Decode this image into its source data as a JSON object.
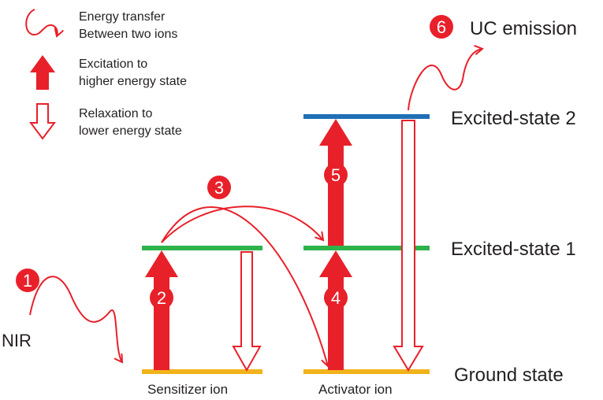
{
  "legend": {
    "transfer_line1": "Energy transfer",
    "transfer_line2": "Between two ions",
    "excitation_line1": "Excitation to",
    "excitation_line2": "higher energy state",
    "relaxation_line1": "Relaxation to",
    "relaxation_line2": "lower energy state"
  },
  "levels": {
    "excited2": "Excited-state 2",
    "excited1": "Excited-state 1",
    "ground": "Ground state"
  },
  "ions": {
    "sensitizer": "Sensitizer ion",
    "activator": "Activator ion"
  },
  "labels": {
    "nir": "NIR",
    "uc_emission": "UC emission"
  },
  "steps": [
    "1",
    "2",
    "3",
    "4",
    "5",
    "6"
  ],
  "colors": {
    "red": "#e8202a",
    "ground_level": "#f2b31b",
    "excited1_level": "#2db34a",
    "excited2_level": "#1f6fb5"
  }
}
